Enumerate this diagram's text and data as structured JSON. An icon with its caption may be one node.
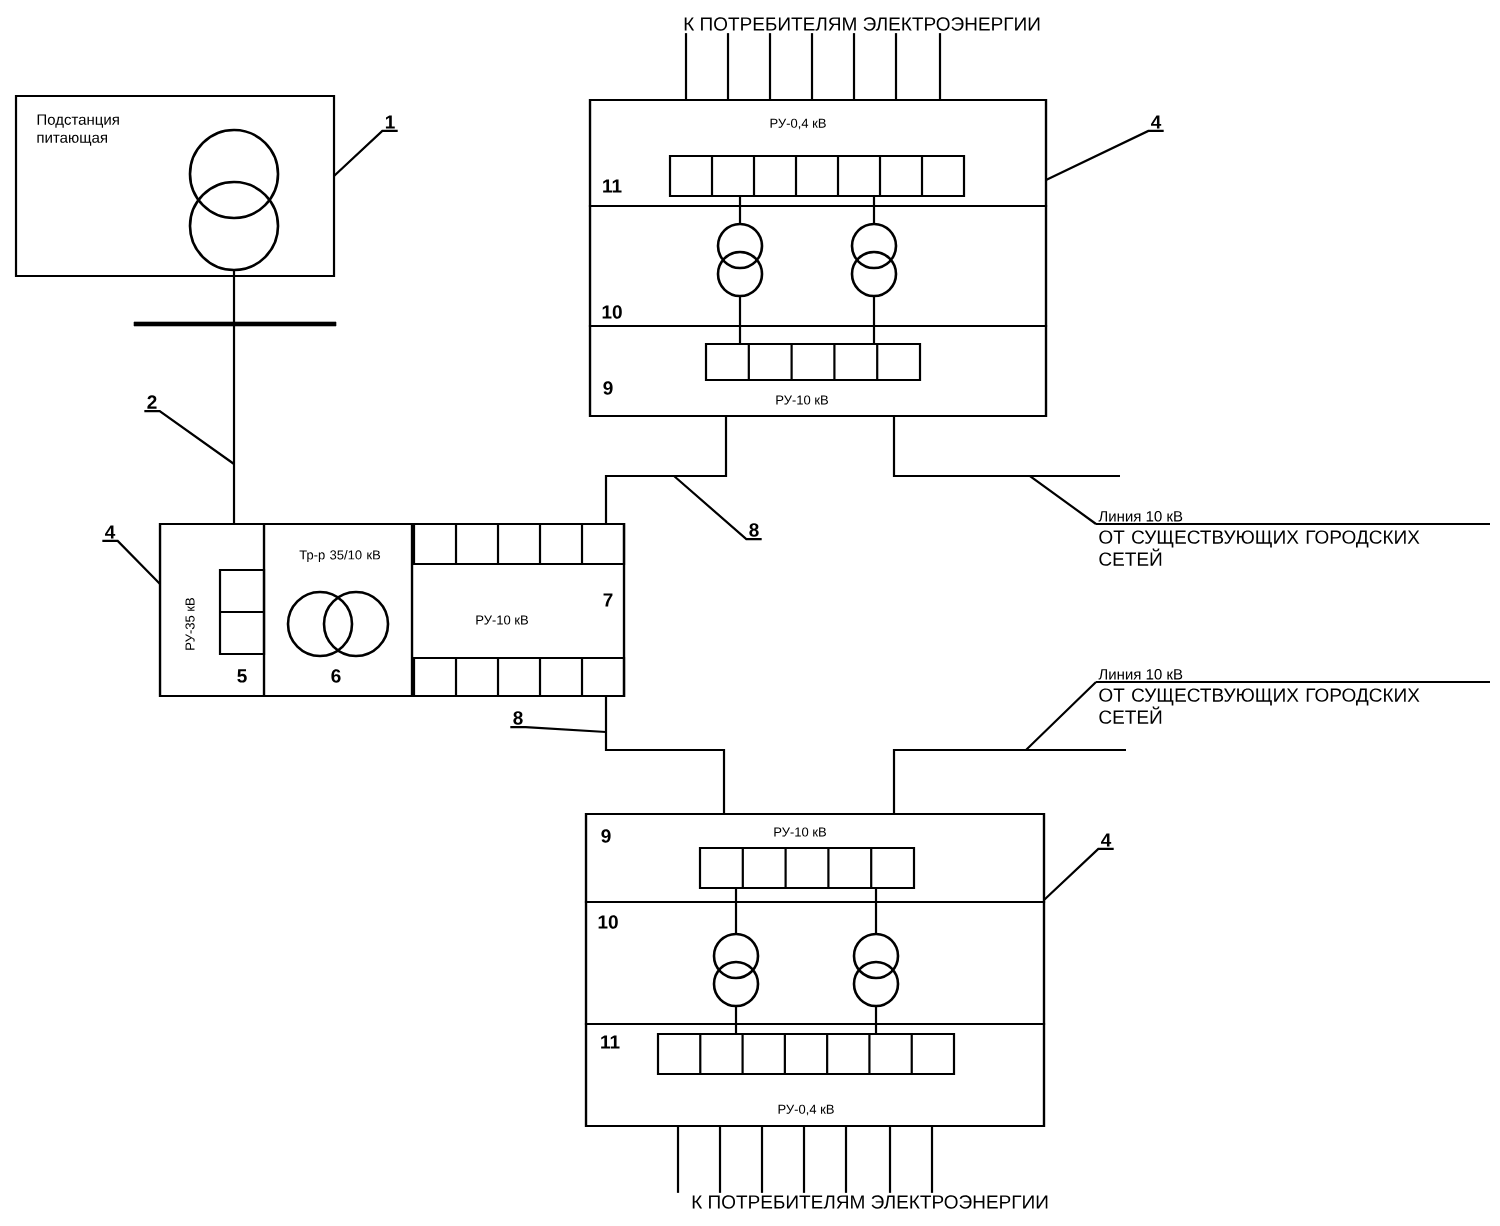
{
  "diagram": {
    "nodes": [
      {
        "text": [
          "Подстанция питающая"
        ]
      },
      {
        "text": [],
        "shape": "circle",
        "in": 0
      },
      {
        "text": [
          "1"
        ]
      },
      {
        "text": [
          "К ПОТРЕБИТЕЛЯМ ЭЛЕКТРОЭНЕРГИИ"
        ]
      },
      {
        "text": [],
        "shape": "box"
      },
      {
        "text": [
          "РУ-0,4 кВ",
          "11"
        ],
        "in": 4
      },
      {
        "text": [],
        "shape": "box",
        "in": 5
      },
      {
        "text": [
          "10"
        ],
        "in": 4
      },
      {
        "text": [],
        "shape": "circle",
        "in": 7
      },
      {
        "text": [],
        "shape": "circle",
        "in": 7
      },
      {
        "text": [
          "9",
          "РУ-10 кВ"
        ],
        "in": 4
      },
      {
        "text": [],
        "shape": "box",
        "in": 10
      },
      {
        "text": [
          "4"
        ]
      },
      {
        "text": [],
        "shape": "bar"
      },
      {
        "text": [
          "2"
        ]
      },
      {
        "text": [],
        "shape": "box"
      },
      {
        "text": [
          "РУ-35 кВ",
          "5"
        ],
        "in": 15
      },
      {
        "text": [],
        "shape": "box",
        "in": 16
      },
      {
        "text": [
          "Тр-р 35/10 кВ",
          "6"
        ],
        "in": 15
      },
      {
        "text": [],
        "shape": "circle",
        "in": 18
      },
      {
        "text": [
          "РУ-10 кВ",
          "7"
        ],
        "in": 15
      },
      {
        "text": [],
        "shape": "box",
        "in": 20
      },
      {
        "text": [],
        "shape": "box",
        "in": 20
      },
      {
        "text": [
          "4"
        ]
      },
      {
        "text": [
          "8"
        ]
      },
      {
        "text": [
          "Линия 10 кВ",
          "ОТ СУЩЕСТВУЮЩИХ ГОРОДСКИХ СЕТЕЙ"
        ]
      },
      {
        "text": [
          "Линия 10 кВ",
          "ОТ СУЩЕСТВУЮЩИХ ГОРОДСКИХ СЕТЕЙ"
        ]
      },
      {
        "text": [
          "8"
        ]
      },
      {
        "text": [],
        "shape": "box"
      },
      {
        "text": [
          "9",
          "РУ-10 кВ"
        ],
        "in": 28
      },
      {
        "text": [],
        "shape": "box",
        "in": 29
      },
      {
        "text": [
          "10"
        ],
        "in": 28
      },
      {
        "text": [],
        "shape": "circle",
        "in": 31
      },
      {
        "text": [],
        "shape": "circle",
        "in": 31
      },
      {
        "text": [
          "11",
          "РУ-0,4 кВ"
        ],
        "in": 28
      },
      {
        "text": [],
        "shape": "box",
        "in": 34
      },
      {
        "text": [
          "4"
        ]
      },
      {
        "text": [
          "К ПОТРЕБИТЕЛЯМ ЭЛЕКТРОЭНЕРГИИ"
        ]
      }
    ],
    "edges": [
      {
        "from": 2,
        "to": 0,
        "arrow": "none"
      },
      {
        "from": 1,
        "to": 13,
        "arrow": "none"
      },
      {
        "from": 13,
        "to": 16,
        "arrow": "none"
      },
      {
        "from": 14,
        "to": null,
        "arrow": "none"
      },
      {
        "from": 23,
        "to": 15,
        "arrow": "none"
      },
      {
        "from": 12,
        "to": 4,
        "arrow": "none"
      },
      {
        "from": 5,
        "to": 3,
        "arrow": "none"
      },
      {
        "from": 5,
        "to": 3,
        "arrow": "none"
      },
      {
        "from": 5,
        "to": 3,
        "arrow": "none"
      },
      {
        "from": 5,
        "to": 3,
        "arrow": "none"
      },
      {
        "from": 5,
        "to": 3,
        "arrow": "none"
      },
      {
        "from": 5,
        "to": 3,
        "arrow": "none"
      },
      {
        "from": 5,
        "to": 3,
        "arrow": "none"
      },
      {
        "from": 6,
        "to": 8,
        "arrow": "none"
      },
      {
        "from": 6,
        "to": 9,
        "arrow": "none"
      },
      {
        "from": 8,
        "to": 11,
        "arrow": "none"
      },
      {
        "from": 9,
        "to": 11,
        "arrow": "none"
      },
      {
        "from": 21,
        "to": 10,
        "arrow": "none"
      },
      {
        "from": 24,
        "to": null,
        "arrow": "none"
      },
      {
        "from": 10,
        "to": 25,
        "arrow": "none"
      },
      {
        "from": 22,
        "to": 29,
        "arrow": "none"
      },
      {
        "from": 27,
        "to": null,
        "arrow": "none"
      },
      {
        "from": 29,
        "to": 26,
        "arrow": "none"
      },
      {
        "from": 30,
        "to": 32,
        "arrow": "none"
      },
      {
        "from": 30,
        "to": 33,
        "arrow": "none"
      },
      {
        "from": 32,
        "to": 35,
        "arrow": "none"
      },
      {
        "from": 33,
        "to": 35,
        "arrow": "none"
      },
      {
        "from": 36,
        "to": 28,
        "arrow": "none"
      },
      {
        "from": 34,
        "to": 37,
        "arrow": "none"
      },
      {
        "from": 34,
        "to": 37,
        "arrow": "none"
      },
      {
        "from": 34,
        "to": 37,
        "arrow": "none"
      },
      {
        "from": 34,
        "to": 37,
        "arrow": "none"
      },
      {
        "from": 34,
        "to": 37,
        "arrow": "none"
      },
      {
        "from": 34,
        "to": 37,
        "arrow": "none"
      },
      {
        "from": 34,
        "to": 37,
        "arrow": "none"
      }
    ]
  }
}
